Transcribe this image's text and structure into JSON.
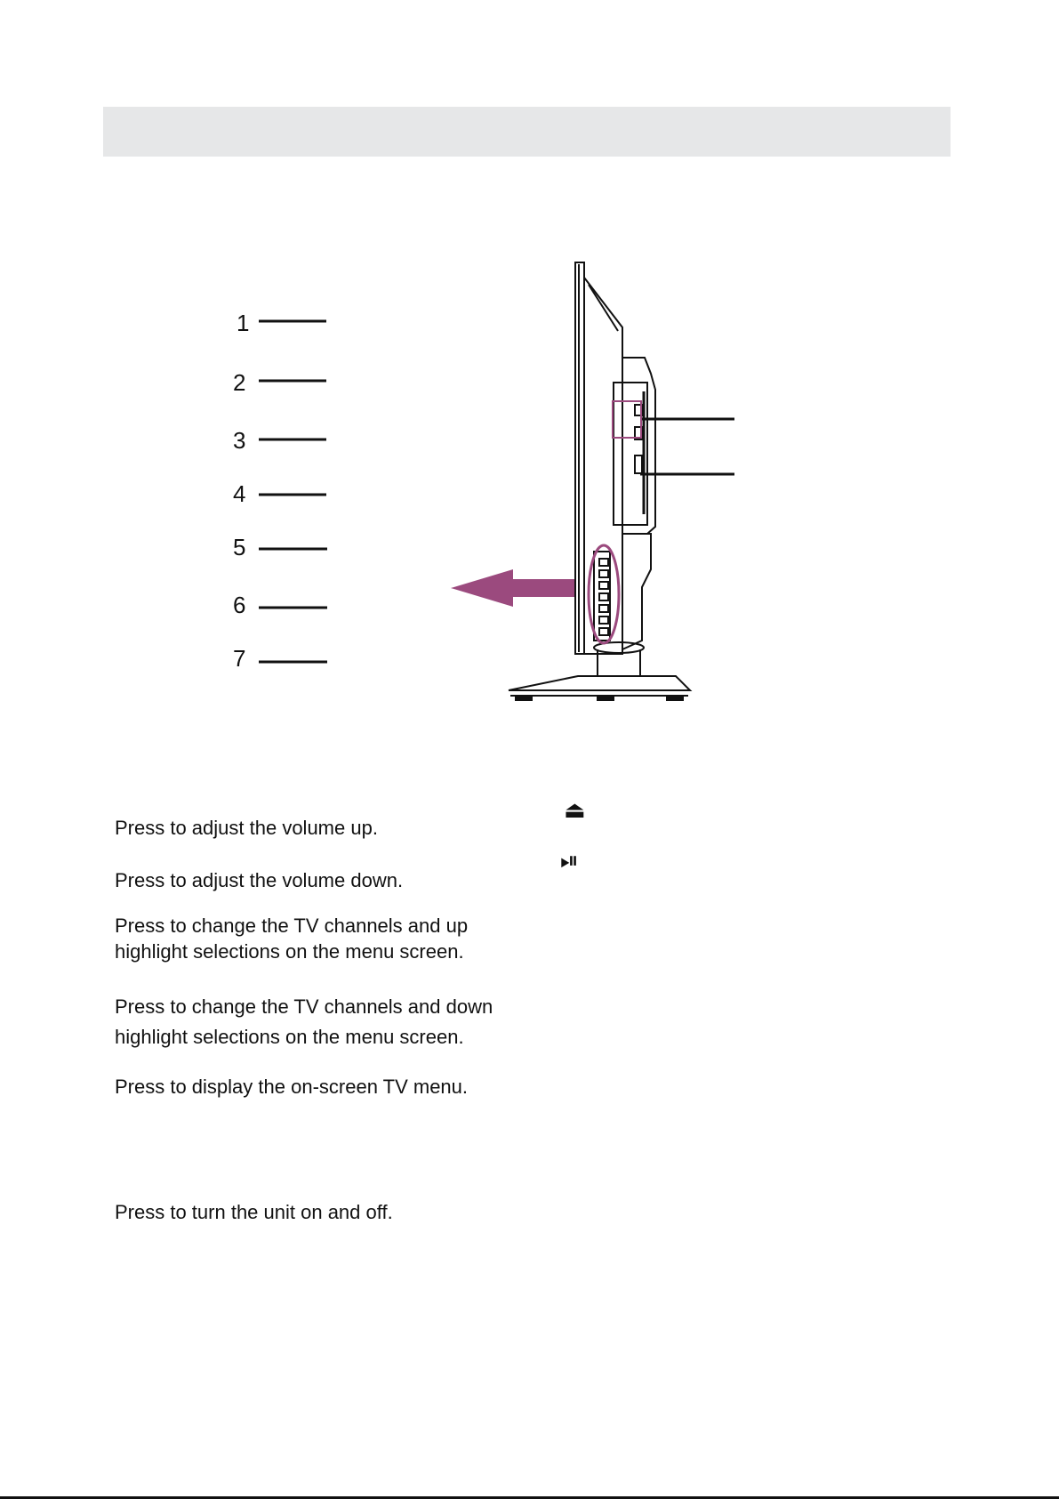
{
  "diagram": {
    "callout_numbers": [
      "1",
      "2",
      "3",
      "4",
      "5",
      "6",
      "7"
    ],
    "highlight_color": "#9b4a7e",
    "line_color": "#111111"
  },
  "descriptions": [
    {
      "lines": [
        "Press to adjust the volume up."
      ]
    },
    {
      "lines": [
        "Press to adjust the volume down."
      ]
    },
    {
      "lines": [
        "Press to change the TV channels and up",
        "highlight selections on the menu screen."
      ]
    },
    {
      "lines": [
        "Press to change the TV channels and down",
        "highlight selections on the menu screen."
      ]
    },
    {
      "lines": [
        "Press to display the on-screen TV menu."
      ]
    },
    {
      "lines": [
        "Press to turn the unit on and off."
      ]
    }
  ],
  "icons": [
    {
      "name": "eject-icon",
      "glyph": "⏏"
    },
    {
      "name": "play-pause-icon",
      "glyph": "⏯"
    }
  ]
}
